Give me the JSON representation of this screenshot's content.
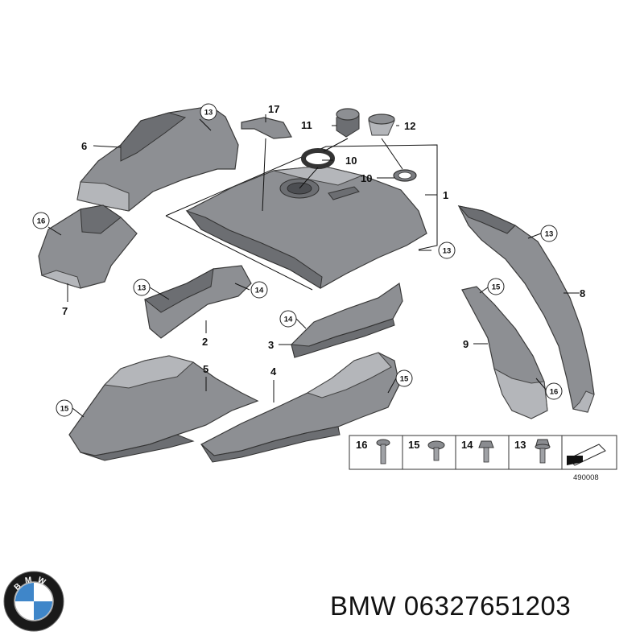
{
  "callouts": {
    "c1": "1",
    "c2": "2",
    "c3": "3",
    "c4": "4",
    "c5": "5",
    "c6": "6",
    "c7": "7",
    "c8": "8",
    "c9": "9",
    "c10a": "10",
    "c10b": "10",
    "c11": "11",
    "c12": "12",
    "c13a": "13",
    "c13b": "13",
    "c13c": "13",
    "c13d": "13",
    "c14a": "14",
    "c14b": "14",
    "c15a": "15",
    "c15b": "15",
    "c15c": "15",
    "c16a": "16",
    "c16b": "16",
    "c17": "17"
  },
  "legend": {
    "l16": "16",
    "l15": "15",
    "l14": "14",
    "l13": "13"
  },
  "diagram_code": "490008",
  "brand": {
    "logo_letters": "BMW",
    "text": "BMW 06327651203"
  }
}
